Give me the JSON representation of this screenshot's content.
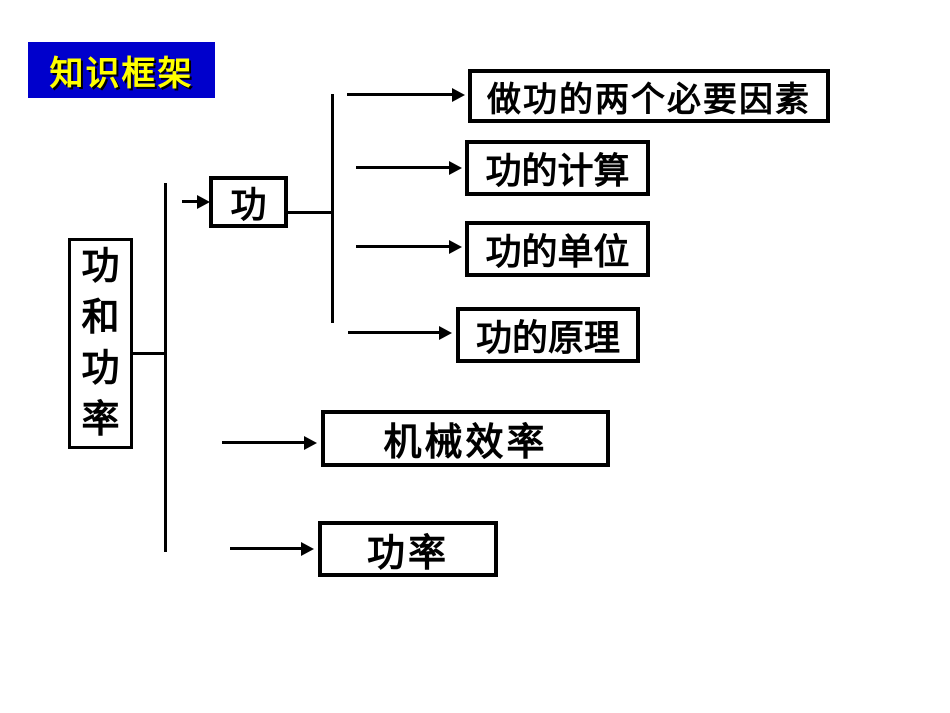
{
  "slide": {
    "title_badge": {
      "label": "知识框架"
    },
    "colors": {
      "badge_bg": "#0000CC",
      "badge_text": "#FFFF00",
      "line": "#000000",
      "box_border": "#000000",
      "background": "#FFFFFF"
    },
    "diagram": {
      "root": {
        "label": "功和功率",
        "chars": [
          "功",
          "和",
          "功",
          "率"
        ]
      },
      "branches": [
        {
          "label": "功",
          "children": [
            {
              "label": "做功的两个必要因素"
            },
            {
              "label": "功的计算"
            },
            {
              "label": "功的单位"
            },
            {
              "label": "功的原理"
            }
          ]
        },
        {
          "label": "机械效率",
          "children": []
        },
        {
          "label": "功率",
          "children": []
        }
      ]
    }
  }
}
